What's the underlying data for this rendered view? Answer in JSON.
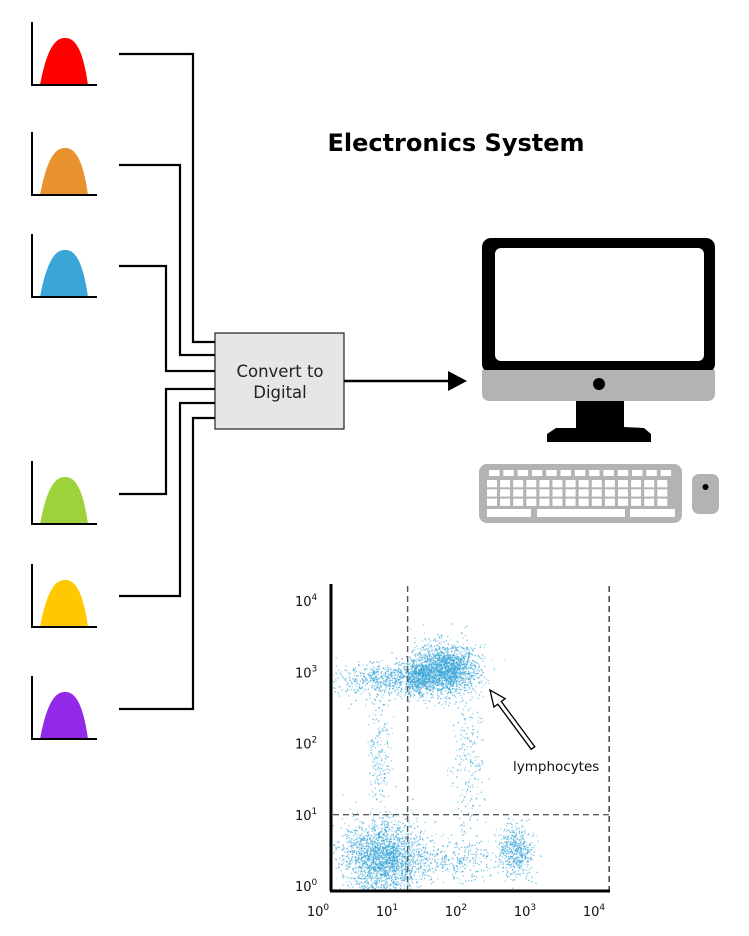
{
  "title": "Electronics System",
  "converter": {
    "line1": "Convert to",
    "line2": "Digital"
  },
  "detectors": [
    {
      "name": "red",
      "color": "#ff0000"
    },
    {
      "name": "orange",
      "color": "#e8922e"
    },
    {
      "name": "blue",
      "color": "#3aa6d8"
    },
    {
      "name": "green",
      "color": "#9ed23a"
    },
    {
      "name": "yellow",
      "color": "#ffc800"
    },
    {
      "name": "purple",
      "color": "#9228e8"
    }
  ],
  "computer": {
    "bezel_color": "#000000",
    "chin_color": "#b3b3b3",
    "keyboard_color": "#b3b3b3"
  },
  "chart_data": {
    "type": "scatter",
    "title": "",
    "xlabel": "",
    "ylabel": "",
    "x_scale": "log",
    "y_scale": "log",
    "xlim": [
      1,
      10000
    ],
    "ylim": [
      1,
      10000
    ],
    "x_ticks": [
      {
        "base": "10",
        "exp": "0"
      },
      {
        "base": "10",
        "exp": "1"
      },
      {
        "base": "10",
        "exp": "2"
      },
      {
        "base": "10",
        "exp": "3"
      },
      {
        "base": "10",
        "exp": "4"
      }
    ],
    "y_ticks": [
      {
        "base": "10",
        "exp": "0"
      },
      {
        "base": "10",
        "exp": "1"
      },
      {
        "base": "10",
        "exp": "2"
      },
      {
        "base": "10",
        "exp": "3"
      },
      {
        "base": "10",
        "exp": "4"
      }
    ],
    "point_color": "#3aa6d8",
    "gates": {
      "x_threshold": 18,
      "y_threshold": 10,
      "x_right": 15000
    },
    "clusters": [
      {
        "name": "upper-left band",
        "x_center": 8,
        "y_center": 800,
        "x_spread_log": 0.45,
        "y_spread_log": 0.12,
        "count": 700
      },
      {
        "name": "lymphocytes",
        "x_center": 65,
        "y_center": 1100,
        "x_spread_log": 0.22,
        "y_spread_log": 0.18,
        "count": 1800
      },
      {
        "name": "upper bridge",
        "x_center": 25,
        "y_center": 900,
        "x_spread_log": 0.12,
        "y_spread_log": 0.12,
        "count": 500
      },
      {
        "name": "left stalk",
        "x_center": 7,
        "y_center": 60,
        "x_spread_log": 0.08,
        "y_spread_log": 0.45,
        "count": 200
      },
      {
        "name": "middle stalk",
        "x_center": 130,
        "y_center": 50,
        "x_spread_log": 0.12,
        "y_spread_log": 0.45,
        "count": 200
      },
      {
        "name": "lower-left",
        "x_center": 8,
        "y_center": 2.5,
        "x_spread_log": 0.3,
        "y_spread_log": 0.25,
        "count": 2200
      },
      {
        "name": "lower bridge",
        "x_center": 90,
        "y_center": 2.3,
        "x_spread_log": 0.35,
        "y_spread_log": 0.15,
        "count": 300
      },
      {
        "name": "lower-right",
        "x_center": 650,
        "y_center": 3.2,
        "x_spread_log": 0.13,
        "y_spread_log": 0.18,
        "count": 500
      }
    ],
    "annotations": [
      {
        "text": "lymphocytes",
        "points_to": {
          "x": 250,
          "y": 600
        }
      }
    ]
  }
}
